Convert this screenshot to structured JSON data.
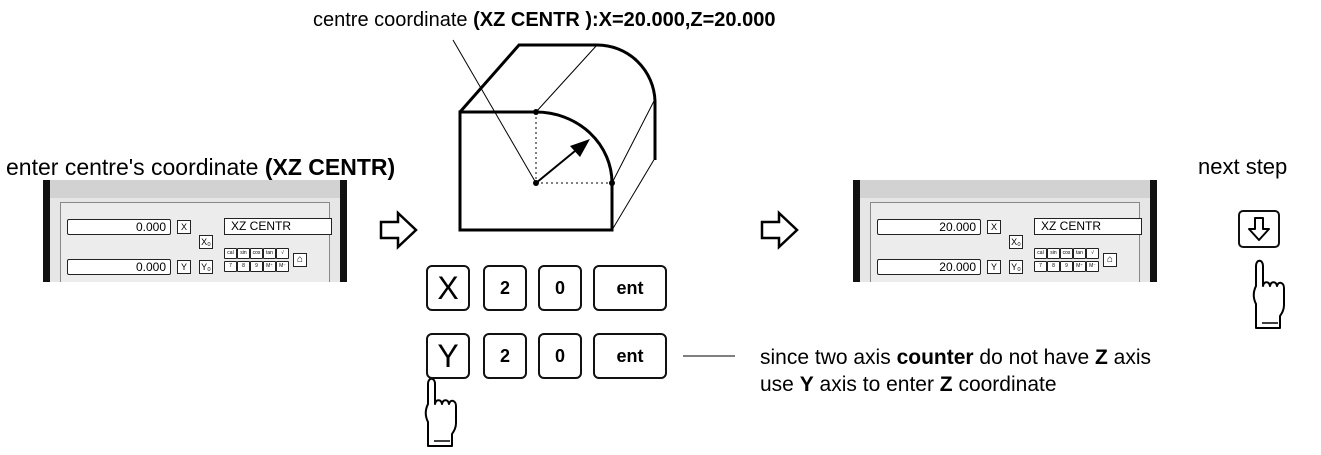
{
  "top_label": {
    "prefix": "centre coordinate ",
    "bold": "(XZ CENTR ):X=20.000,Z=20.000"
  },
  "left_label": {
    "prefix": "enter centre's coordinate ",
    "bold": "(XZ CENTR)"
  },
  "next_step": "next step",
  "dro_before": {
    "x_value": "0.000",
    "y_value": "0.000",
    "message": "XZ CENTR",
    "x_axis": "X",
    "y_axis": "Y",
    "xo_key": "X₀",
    "yo_key": "Y₀",
    "func_keys": [
      "cal",
      "sin",
      "cos",
      "tan",
      "√"
    ],
    "num_keys": [
      "7",
      "8",
      "9",
      "M⁺",
      "M⁻"
    ]
  },
  "dro_after": {
    "x_value": "20.000",
    "y_value": "20.000",
    "message": "XZ CENTR",
    "x_axis": "X",
    "y_axis": "Y",
    "xo_key": "X₀",
    "yo_key": "Y₀",
    "func_keys": [
      "cal",
      "sin",
      "cos",
      "tan",
      "√"
    ],
    "num_keys": [
      "7",
      "8",
      "9",
      "M⁺",
      "M⁻"
    ]
  },
  "key_row1": [
    "X",
    "2",
    "0",
    "ent"
  ],
  "key_row2": [
    "Y",
    "2",
    "0",
    "ent"
  ],
  "note": {
    "line1_a": "since two axis ",
    "line1_b": "counter",
    "line1_c": " do not have ",
    "line1_d": "Z",
    "line1_e": " axis",
    "line2_a": "use ",
    "line2_b": "Y",
    "line2_c": " axis to enter ",
    "line2_d": "Z",
    "line2_e": " coordinate"
  },
  "icons": {
    "hollow_arrows": [
      "right-arrow-icon",
      "right-arrow-icon"
    ],
    "down_key": "down-arrow-icon",
    "pointer": "pointing-hand-icon"
  }
}
